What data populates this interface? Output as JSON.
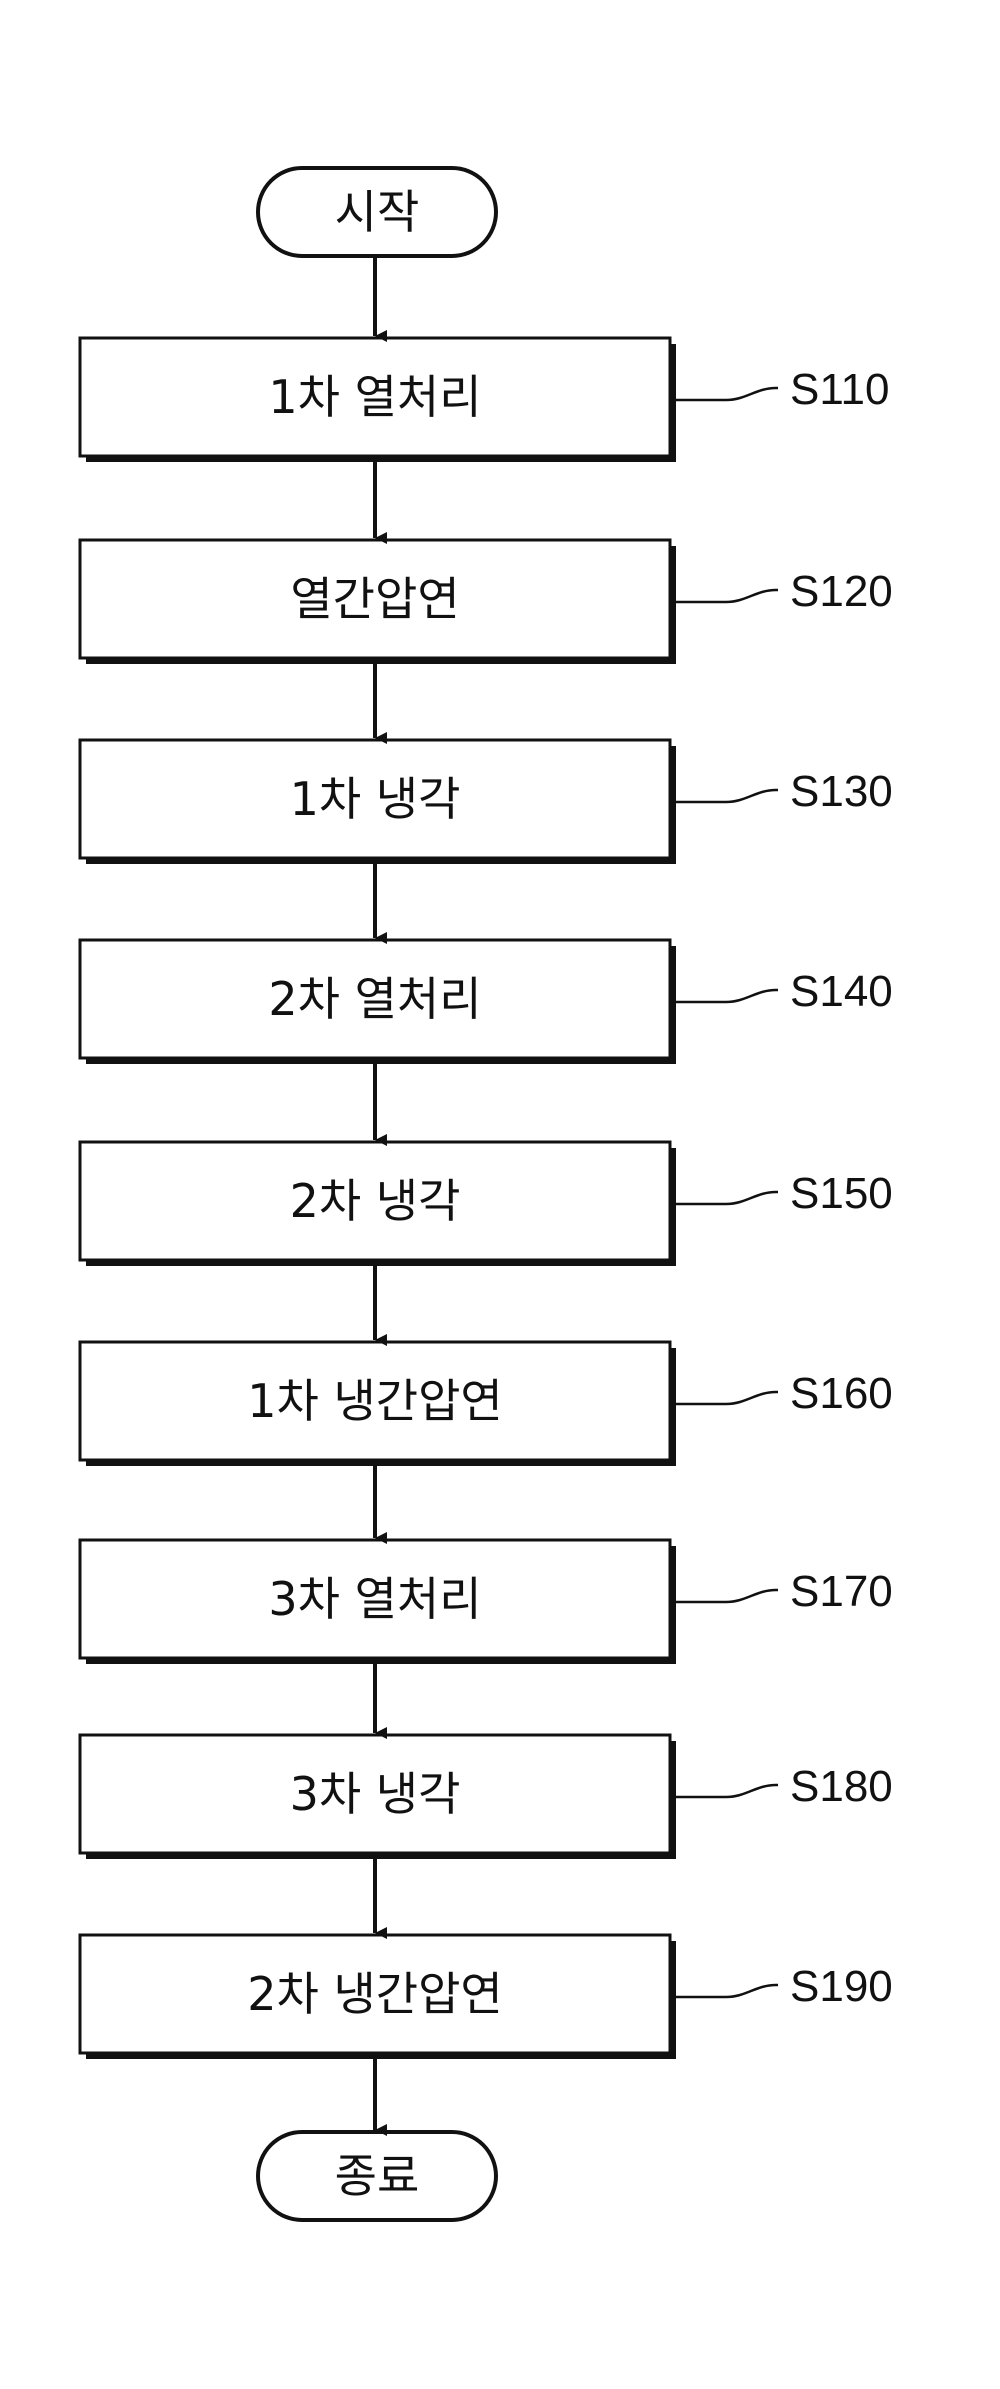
{
  "flowchart": {
    "start": {
      "label": "시작"
    },
    "steps": [
      {
        "label": "1차 열처리",
        "ref": "S110"
      },
      {
        "label": "열간압연",
        "ref": "S120"
      },
      {
        "label": "1차 냉각",
        "ref": "S130"
      },
      {
        "label": "2차 열처리",
        "ref": "S140"
      },
      {
        "label": "2차 냉각",
        "ref": "S150"
      },
      {
        "label": "1차 냉간압연",
        "ref": "S160"
      },
      {
        "label": "3차 열처리",
        "ref": "S170"
      },
      {
        "label": "3차 냉각",
        "ref": "S180"
      },
      {
        "label": "2차 냉간압연",
        "ref": "S190"
      }
    ],
    "end": {
      "label": "종료"
    }
  }
}
